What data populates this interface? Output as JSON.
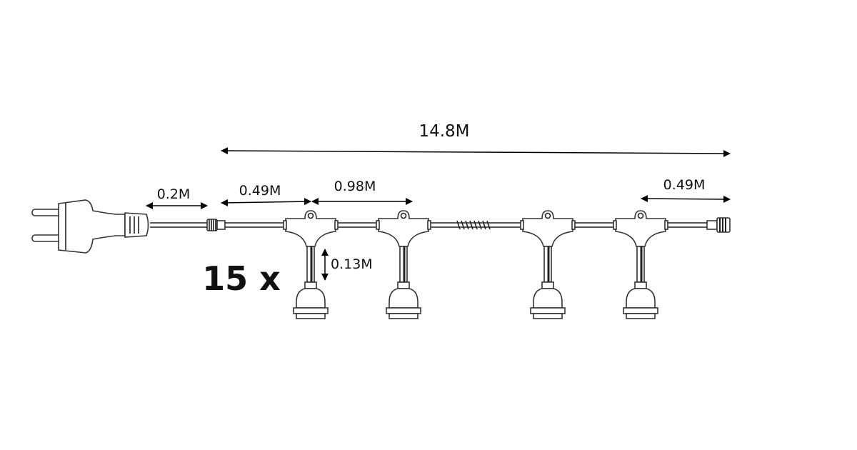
{
  "diagram": {
    "total_length": "14.8M",
    "plug_cable_length": "0.2M",
    "first_spacing": "0.49M",
    "socket_spacing": "0.98M",
    "last_spacing": "0.49M",
    "drop_length": "0.13M",
    "socket_count": "15 x",
    "line_color": "#222222"
  }
}
